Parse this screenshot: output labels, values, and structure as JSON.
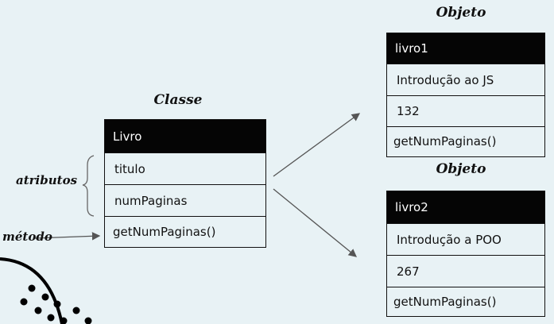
{
  "classe": {
    "heading": "Classe",
    "name": "Livro",
    "attributes": [
      "titulo",
      "numPaginas"
    ],
    "method": "getNumPaginas()"
  },
  "labels": {
    "atributos": "atributos",
    "metodo": "método"
  },
  "objects": [
    {
      "heading": "Objeto",
      "name": "livro1",
      "title": "Introdução ao JS",
      "pages": "132",
      "method": "getNumPaginas()"
    },
    {
      "heading": "Objeto",
      "name": "livro2",
      "title": "Introdução a POO",
      "pages": "267",
      "method": "getNumPaginas()"
    }
  ]
}
